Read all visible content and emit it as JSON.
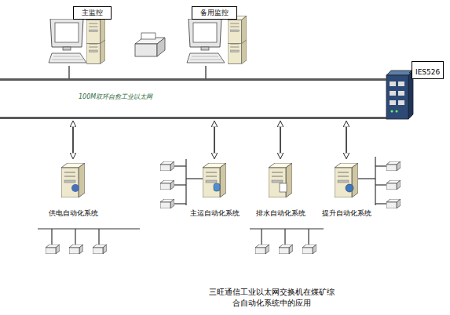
{
  "diagram": {
    "caption": "三旺通信工业以太网交换机在煤矿综合自动化系统中的应用",
    "nodes": [
      {
        "text": [
          "主监控"
        ]
      },
      {
        "text": [
          "备用监控"
        ]
      },
      {
        "text": [
          "IES526"
        ]
      },
      {
        "text": [
          "100M双环自愈工业以太网"
        ]
      },
      {
        "text": [
          "供电自动化系统"
        ]
      },
      {
        "text": [
          "主运自动化系统"
        ]
      },
      {
        "text": [
          "排水自动化系统"
        ]
      },
      {
        "text": [
          "提升自动化系统"
        ]
      }
    ],
    "edges": [
      {
        "from": 0,
        "to": 3,
        "arrow": "none"
      },
      {
        "from": 1,
        "to": 3,
        "arrow": "none"
      },
      {
        "from": 3,
        "to": 4,
        "arrow": "both"
      },
      {
        "from": 3,
        "to": 5,
        "arrow": "both"
      },
      {
        "from": 3,
        "to": 6,
        "arrow": "both"
      },
      {
        "from": 3,
        "to": 7,
        "arrow": "both"
      }
    ]
  }
}
